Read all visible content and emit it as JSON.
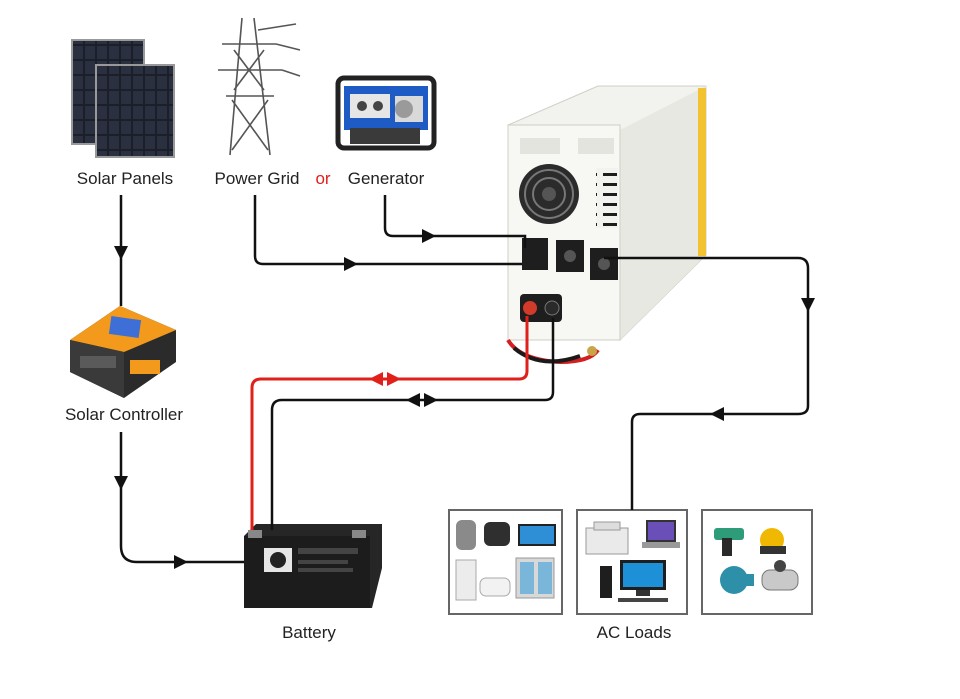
{
  "labels": {
    "solar_panels": "Solar Panels",
    "power_grid": "Power Grid",
    "or": "or",
    "generator": "Generator",
    "solar_controller": "Solar Controller",
    "battery": "Battery",
    "ac_loads": "AC Loads"
  },
  "colors": {
    "wire": "#111111",
    "battery_positive": "#e0201b",
    "or_text": "#e0201b",
    "controller_body": "#f39a1c",
    "inverter_trim": "#f2c230"
  }
}
